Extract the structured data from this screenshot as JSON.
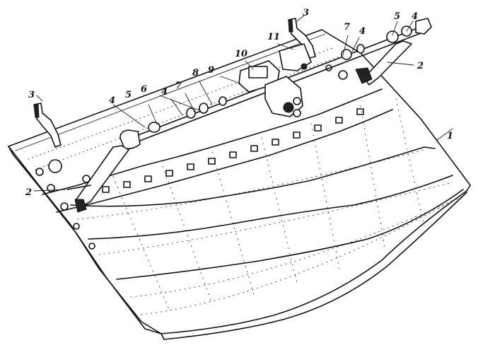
{
  "figure": {
    "callouts": [
      {
        "id": "c1",
        "text": "1"
      },
      {
        "id": "c2a",
        "text": "2"
      },
      {
        "id": "c2b",
        "text": "2"
      },
      {
        "id": "c3a",
        "text": "3"
      },
      {
        "id": "c3b",
        "text": "3"
      },
      {
        "id": "c4a",
        "text": "4"
      },
      {
        "id": "c4b",
        "text": "4"
      },
      {
        "id": "c4c",
        "text": "4"
      },
      {
        "id": "c4d",
        "text": "4"
      },
      {
        "id": "c5a",
        "text": "5"
      },
      {
        "id": "c5b",
        "text": "5"
      },
      {
        "id": "c6",
        "text": "6"
      },
      {
        "id": "c7a",
        "text": "7"
      },
      {
        "id": "c7b",
        "text": "7"
      },
      {
        "id": "c8",
        "text": "8"
      },
      {
        "id": "c9",
        "text": "9"
      },
      {
        "id": "c10",
        "text": "10"
      },
      {
        "id": "c11",
        "text": "11"
      }
    ]
  }
}
